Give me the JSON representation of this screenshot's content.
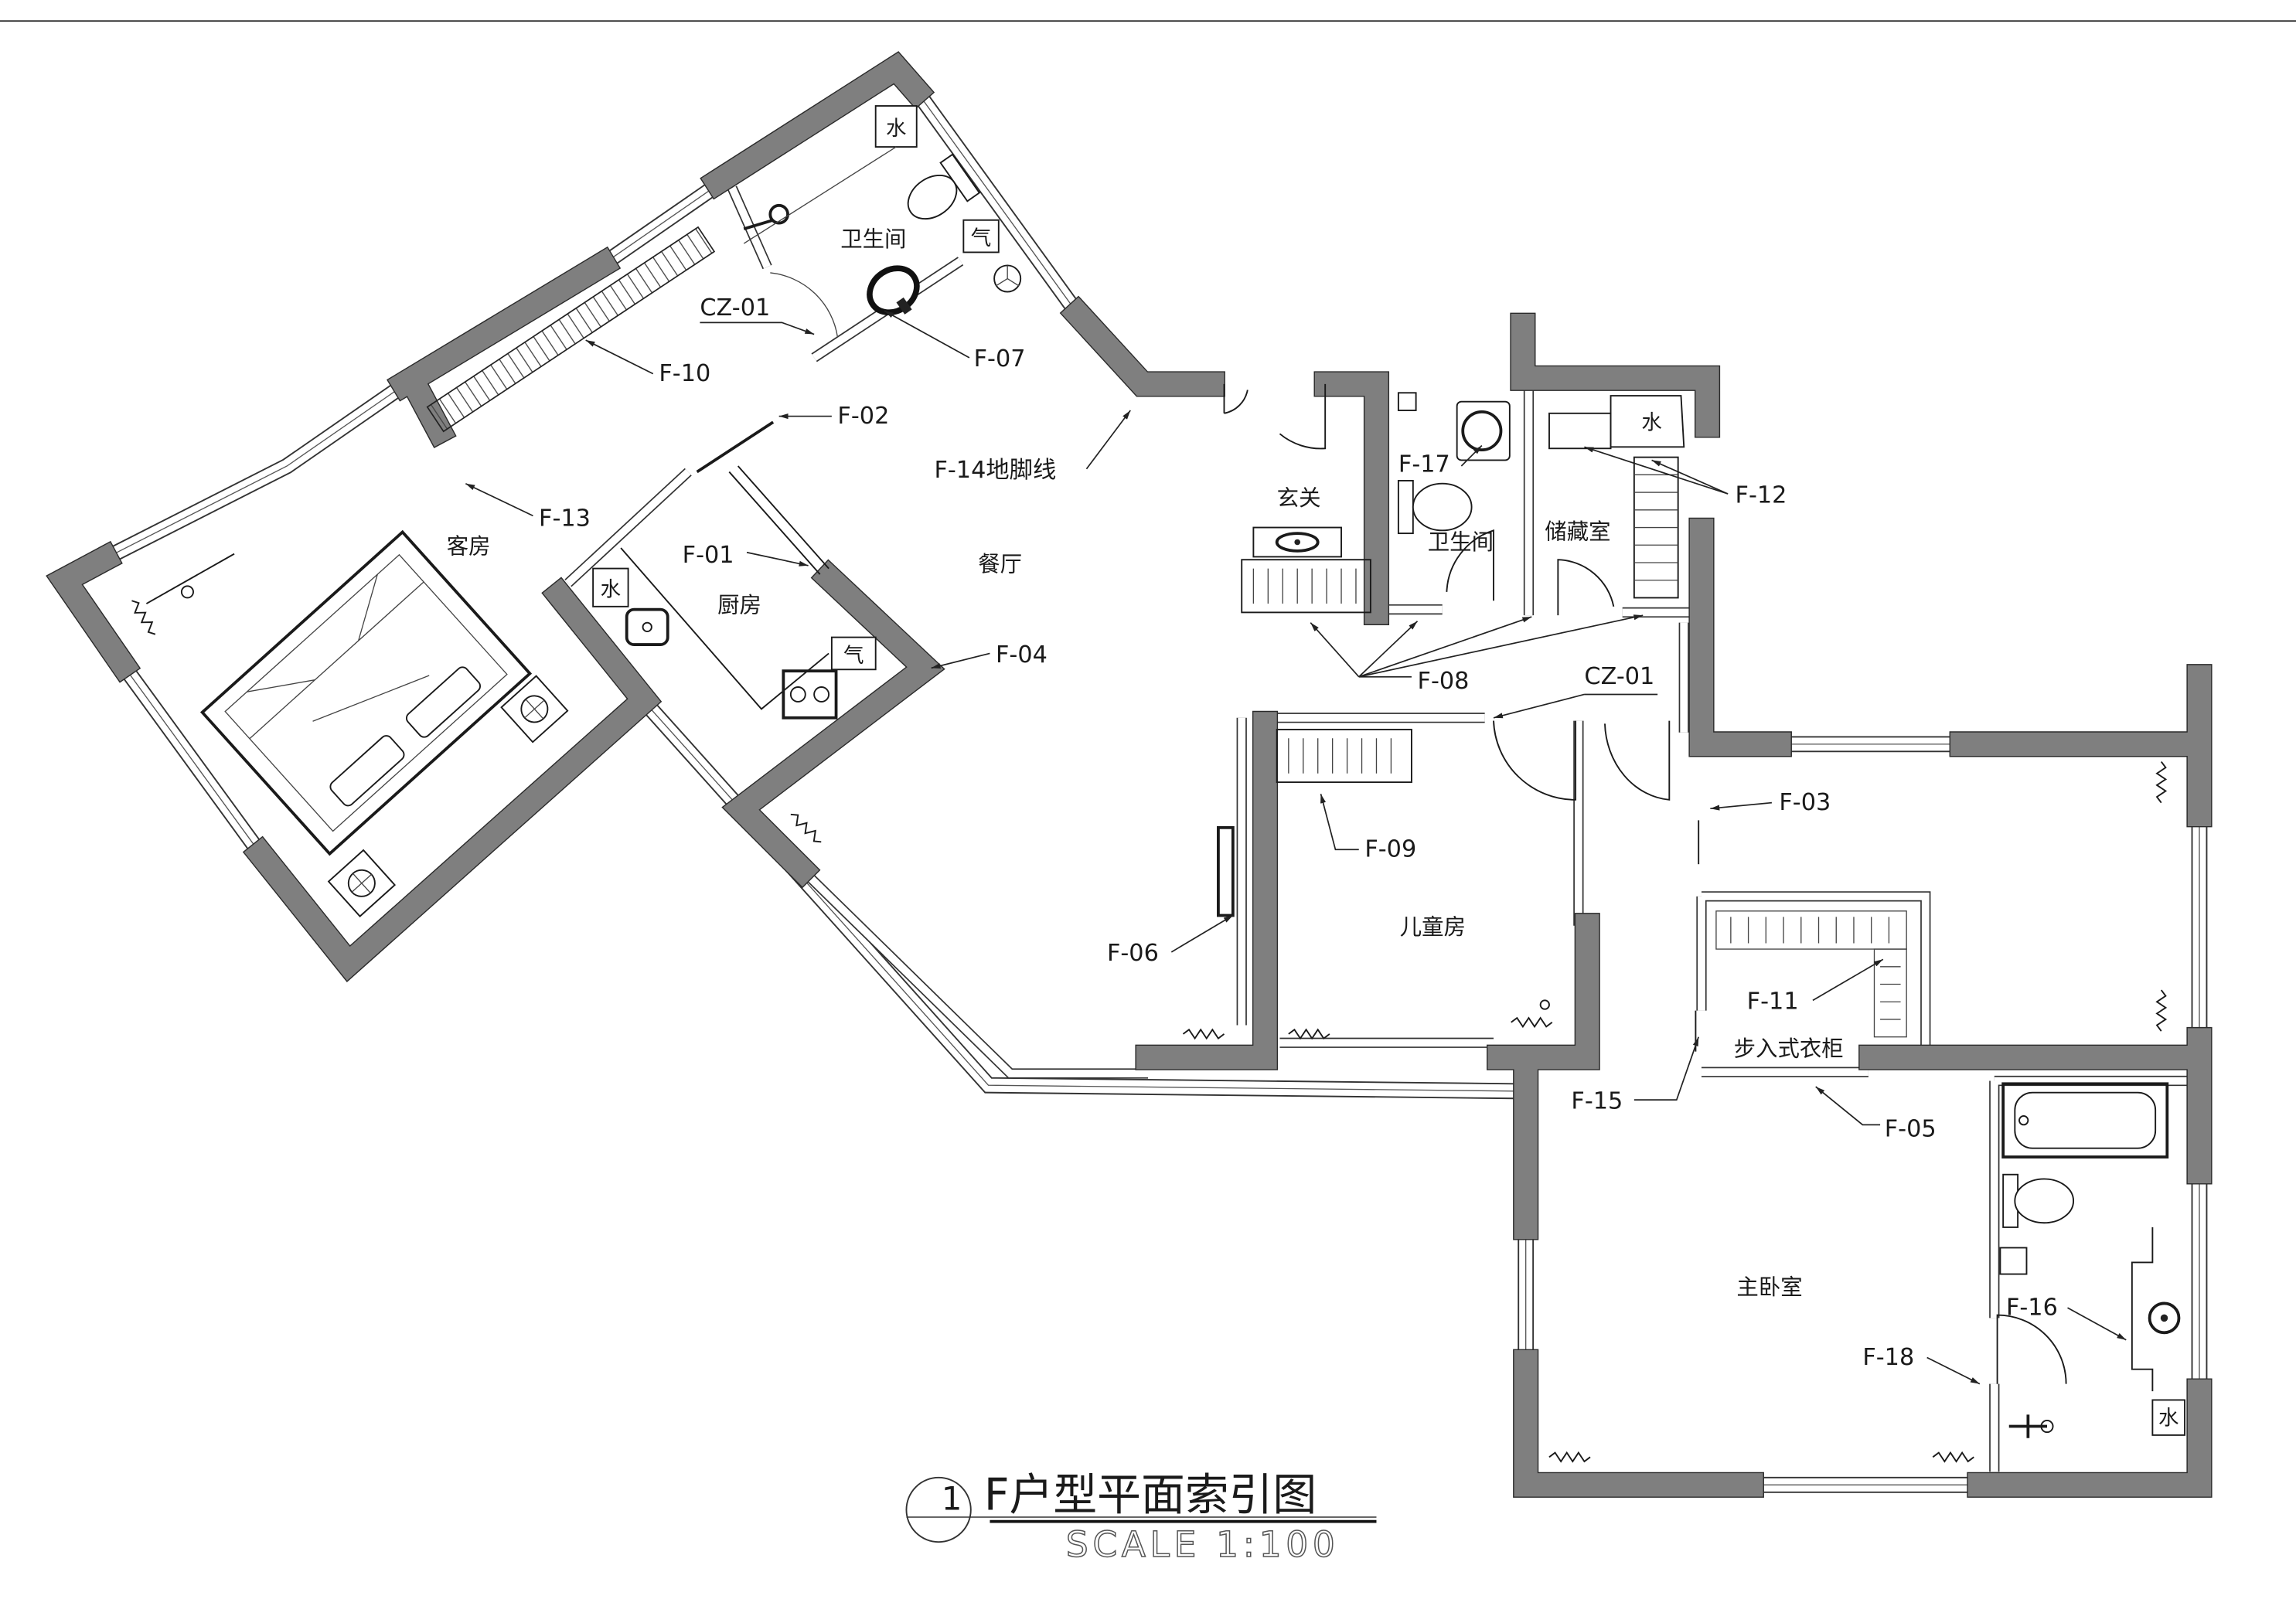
{
  "drawing": {
    "number": "1",
    "title": "F户型平面索引图",
    "scale": "SCALE 1:100"
  },
  "rooms": {
    "guest_bathroom": "卫生间",
    "guest_room": "客房",
    "kitchen": "厨房",
    "dining_room": "餐厅",
    "entrance": "玄关",
    "bathroom": "卫生间",
    "storage_room": "储藏室",
    "children_room": "儿童房",
    "walk_in_closet": "步入式衣柜",
    "master_bedroom": "主卧室"
  },
  "fixture_marks": {
    "water": "水",
    "gas": "气"
  },
  "index_tags": {
    "cz_01": "CZ-01",
    "f_01": "F-01",
    "f_02": "F-02",
    "f_03": "F-03",
    "f_04": "F-04",
    "f_05": "F-05",
    "f_06": "F-06",
    "f_07": "F-07",
    "f_08": "F-08",
    "f_09": "F-09",
    "f_10": "F-10",
    "f_11": "F-11",
    "f_12": "F-12",
    "f_13": "F-13",
    "f_14": "F-14地脚线",
    "f_15": "F-15",
    "f_16": "F-16",
    "f_17": "F-17",
    "f_18": "F-18"
  },
  "colors": {
    "wall": "#7f7f7f",
    "line": "#1a1a1a",
    "background": "#ffffff"
  }
}
